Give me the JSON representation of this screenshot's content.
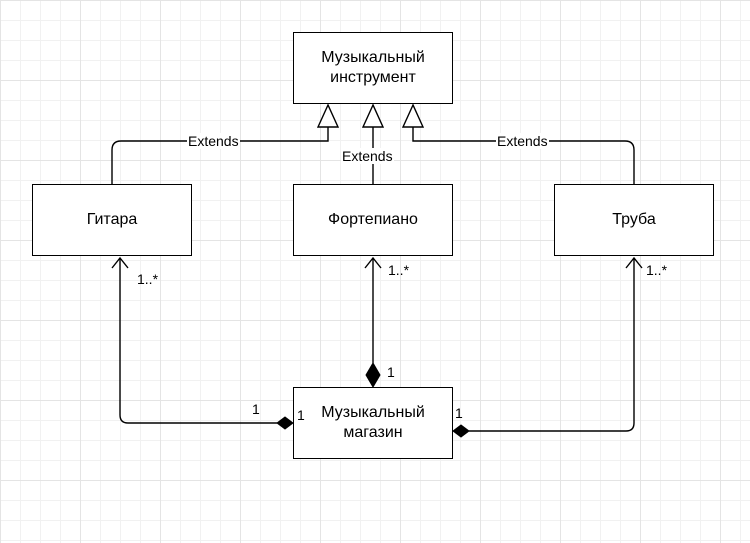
{
  "diagram": {
    "classes": {
      "instrument": "Музыкальный\nинструмент",
      "guitar": "Гитара",
      "piano": "Фортепиано",
      "trumpet": "Труба",
      "store": "Музыкальный\nмагазин"
    },
    "relations": [
      {
        "type": "generalization",
        "from": "guitar",
        "to": "instrument",
        "label": "Extends"
      },
      {
        "type": "generalization",
        "from": "piano",
        "to": "instrument",
        "label": "Extends"
      },
      {
        "type": "generalization",
        "from": "trumpet",
        "to": "instrument",
        "label": "Extends"
      },
      {
        "type": "composition",
        "whole": "store",
        "part": "guitar",
        "whole_multiplicity": "1",
        "part_multiplicity": "1..*"
      },
      {
        "type": "composition",
        "whole": "store",
        "part": "piano",
        "whole_multiplicity": "1",
        "part_multiplicity": "1..*"
      },
      {
        "type": "composition",
        "whole": "store",
        "part": "trumpet",
        "whole_multiplicity": "1",
        "part_multiplicity": "1..*"
      }
    ],
    "extra_label": "1"
  }
}
